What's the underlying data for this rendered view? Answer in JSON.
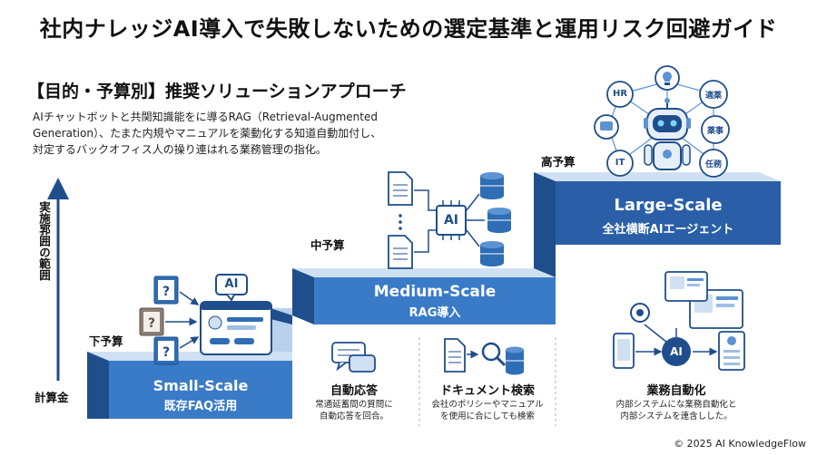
{
  "title": "社内ナレッジAI導入で失敗しないための選定基準と運用リスク回避ガイド",
  "section_heading": "【目的・予算別】推奨ソリューションアプローチ",
  "description": "AIチャットボットと共関知識能をに導るRAG（Retrieval-Augmented\nGeneration）、たまた内規やマニュアルを薬動化する知道自動加付し、\n対定するバックオフィス人の操り連はれる業務管理の指化。",
  "y_axis": {
    "label": "実施郛囲の範囲",
    "bottom_label": "計算金"
  },
  "steps": [
    {
      "budget": "下予算",
      "title": "Small-Scale",
      "subtitle": "既存FAQ活用"
    },
    {
      "budget": "中予算",
      "title": "Medium-Scale",
      "subtitle": "RAG導入"
    },
    {
      "budget": "高予算",
      "title": "Large-Scale",
      "subtitle": "全社横断AIエージェント"
    }
  ],
  "features": [
    {
      "title": "自動応答",
      "desc": "常通延蓄間の質問に\n自動応答を回合。"
    },
    {
      "title": "ドキュメント検索",
      "desc": "会社のポリシーやマニュアル\nを使用に合にしても検索"
    },
    {
      "title": "業務自動化",
      "desc": "内部システムにな業務自動化と\n内部システムを連含しした。"
    }
  ],
  "icon_labels": {
    "ai": "AI",
    "hr": "HR",
    "it": "IT",
    "node_1": "適薬",
    "node_2": "薬事",
    "node_3": "任務"
  },
  "copyright": "© 2025 AI KnowledgeFlow",
  "colors": {
    "blue_dark": "#1f4e8c",
    "blue_mid": "#2f6db5",
    "blue_light": "#cfe0f3",
    "blue_face": "#3a7bc8",
    "shadow": "#e9eff7"
  }
}
